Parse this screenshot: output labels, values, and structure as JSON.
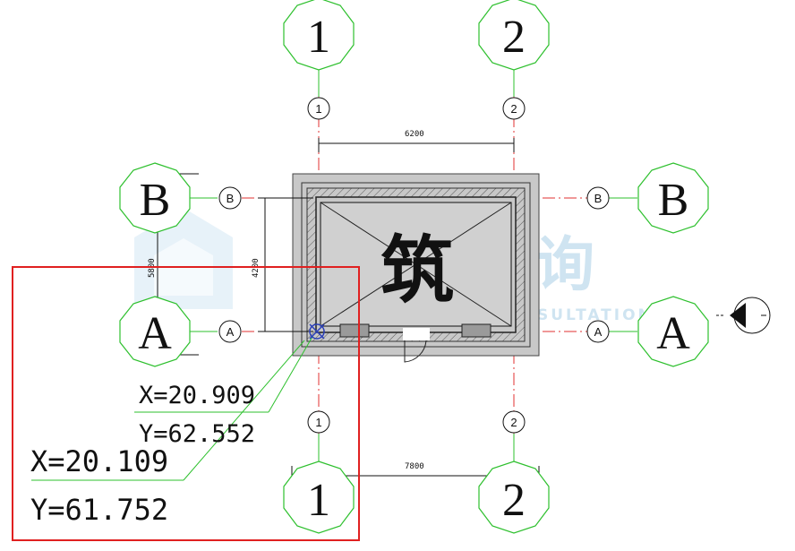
{
  "grid": {
    "col1_top": "1",
    "col2_top": "2",
    "col1_bottom": "1",
    "col2_bottom": "2",
    "rowB_left": "B",
    "rowB_right": "B",
    "rowA_left": "A",
    "rowA_right": "A",
    "small_col1_top": "1",
    "small_col2_top": "2",
    "small_col1_bottom": "1",
    "small_col2_bottom": "2",
    "small_rowB_left": "B",
    "small_rowB_right": "B",
    "small_rowA_left": "A",
    "small_rowA_right": "A"
  },
  "dimensions": {
    "top_width": "6200",
    "bottom_width": "7800",
    "left_outer": "5800",
    "left_inner": "4200"
  },
  "center_label": "筑",
  "watermark": {
    "cn": "筑筑咨询",
    "en": "GUANGZHU CONSULTATION"
  },
  "coordinates": {
    "inner": {
      "x": "X=20.909",
      "y": "Y=62.552"
    },
    "outer": {
      "x": "X=20.109",
      "y": "Y=61.752"
    }
  },
  "colors": {
    "grid_green": "#2ec02e",
    "axis_red": "#e03030",
    "highlight_box": "#e02020",
    "marker_blue": "#2a3fb8",
    "wall_gray": "#c8c8c8"
  }
}
